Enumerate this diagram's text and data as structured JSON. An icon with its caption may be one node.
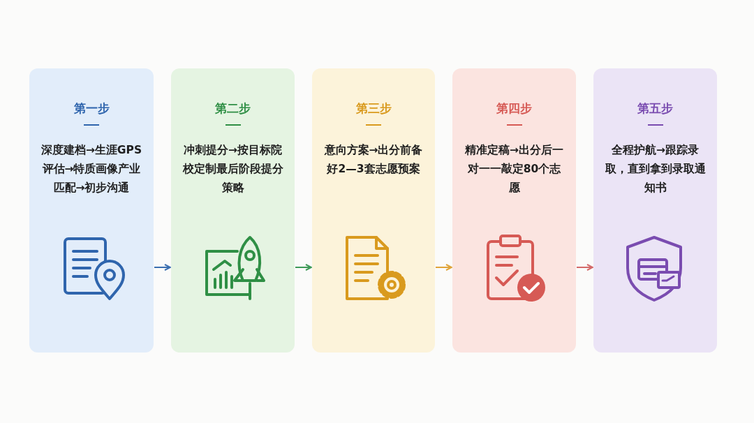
{
  "diagram": {
    "nodes": [
      {
        "text": [
          "第一步",
          "深度建档→生涯GPS评估→特质画像产业匹配→初步沟通"
        ]
      },
      {
        "text": [
          "第二步",
          "冲刺提分→按目标院校定制最后阶段提分策略"
        ]
      },
      {
        "text": [
          "第三步",
          "意向方案→出分前备好2—3套志愿预案"
        ]
      },
      {
        "text": [
          "第四步",
          "精准定稿→出分后一对一一敲定80个志愿"
        ]
      },
      {
        "text": [
          "第五步",
          "全程护航→跟踪录取，直到拿到录取通知书"
        ]
      }
    ],
    "edges": [
      {
        "from": 0,
        "to": 1,
        "arrow": "to",
        "color": "#3b6fb0"
      },
      {
        "from": 1,
        "to": 2,
        "arrow": "to",
        "color": "#3f9a58"
      },
      {
        "from": 2,
        "to": 3,
        "arrow": "to",
        "color": "#e0a43a"
      },
      {
        "from": 3,
        "to": 4,
        "arrow": "to",
        "color": "#d46a6a"
      }
    ]
  }
}
